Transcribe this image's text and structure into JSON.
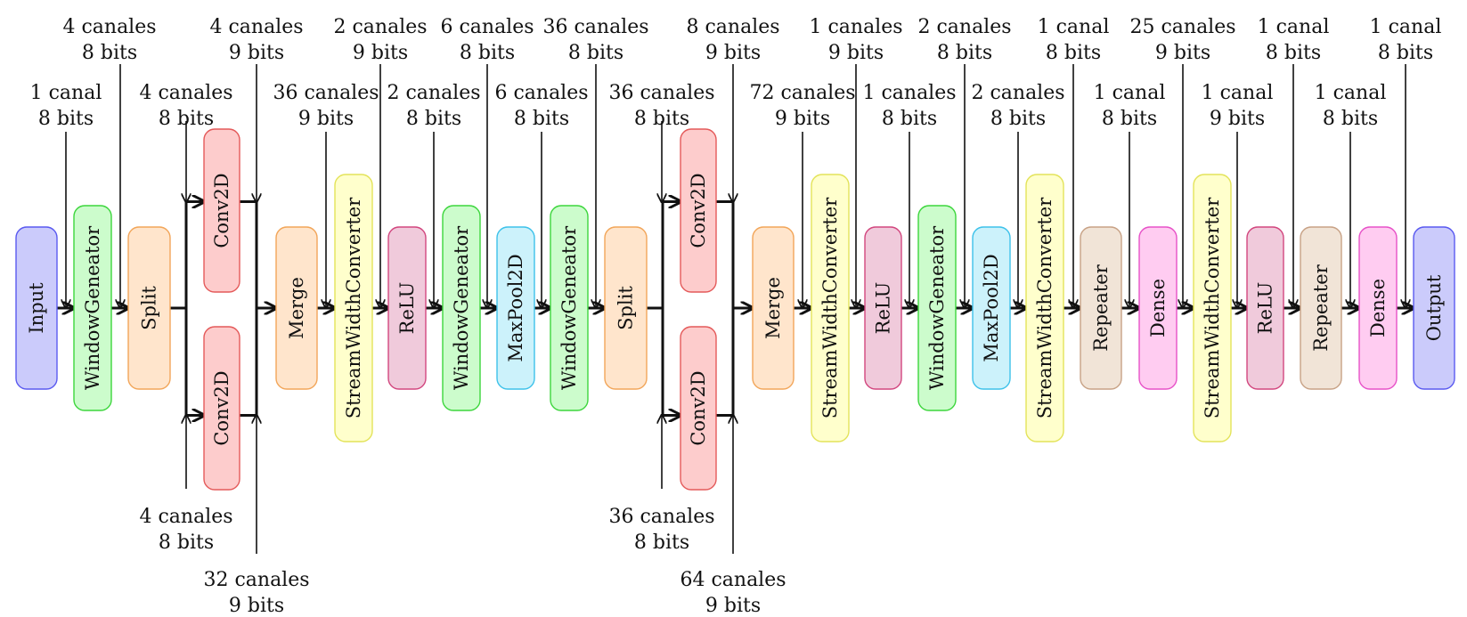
{
  "colors": {
    "input": {
      "fill": "#cbcbfb",
      "stroke": "#5a5af0"
    },
    "window": {
      "fill": "#ccfccc",
      "stroke": "#3dd63d"
    },
    "split": {
      "fill": "#ffe5cc",
      "stroke": "#f2a65a"
    },
    "conv": {
      "fill": "#fdcccc",
      "stroke": "#e45a5a"
    },
    "merge": {
      "fill": "#ffe5cc",
      "stroke": "#f2a65a"
    },
    "converter": {
      "fill": "#ffffcc",
      "stroke": "#e3e35a"
    },
    "relu": {
      "fill": "#f0cadb",
      "stroke": "#d2477f"
    },
    "pool": {
      "fill": "#ccf2fb",
      "stroke": "#3ec2ea"
    },
    "repeater": {
      "fill": "#f1e4d7",
      "stroke": "#c8a286"
    },
    "dense": {
      "fill": "#ffccf1",
      "stroke": "#e752c8"
    }
  },
  "blocks": [
    {
      "id": "input",
      "label": "Input",
      "kind": "input"
    },
    {
      "id": "win1",
      "label": "WindowGeneator",
      "kind": "window"
    },
    {
      "id": "split1",
      "label": "Split",
      "kind": "split"
    },
    {
      "id": "conv1a",
      "label": "Conv2D",
      "kind": "conv"
    },
    {
      "id": "conv1b",
      "label": "Conv2D",
      "kind": "conv"
    },
    {
      "id": "merge1",
      "label": "Merge",
      "kind": "merge"
    },
    {
      "id": "swc1",
      "label": "StreamWidthConverter",
      "kind": "converter"
    },
    {
      "id": "relu1",
      "label": "ReLU",
      "kind": "relu"
    },
    {
      "id": "win2",
      "label": "WindowGeneator",
      "kind": "window"
    },
    {
      "id": "pool1",
      "label": "MaxPool2D",
      "kind": "pool"
    },
    {
      "id": "win3",
      "label": "WindowGeneator",
      "kind": "window"
    },
    {
      "id": "split2",
      "label": "Split",
      "kind": "split"
    },
    {
      "id": "conv2a",
      "label": "Conv2D",
      "kind": "conv"
    },
    {
      "id": "conv2b",
      "label": "Conv2D",
      "kind": "conv"
    },
    {
      "id": "merge2",
      "label": "Merge",
      "kind": "merge"
    },
    {
      "id": "swc2",
      "label": "StreamWidthConverter",
      "kind": "converter"
    },
    {
      "id": "relu2",
      "label": "ReLU",
      "kind": "relu"
    },
    {
      "id": "win4",
      "label": "WindowGeneator",
      "kind": "window"
    },
    {
      "id": "pool2",
      "label": "MaxPool2D",
      "kind": "pool"
    },
    {
      "id": "swc3",
      "label": "StreamWidthConverter",
      "kind": "converter"
    },
    {
      "id": "rep1",
      "label": "Repeater",
      "kind": "repeater"
    },
    {
      "id": "dense1",
      "label": "Dense",
      "kind": "dense"
    },
    {
      "id": "swc4",
      "label": "StreamWidthConverter",
      "kind": "converter"
    },
    {
      "id": "relu3",
      "label": "ReLU",
      "kind": "relu"
    },
    {
      "id": "rep2",
      "label": "Repeater",
      "kind": "repeater"
    },
    {
      "id": "dense2",
      "label": "Dense",
      "kind": "dense"
    },
    {
      "id": "output",
      "label": "Output",
      "kind": "input"
    }
  ],
  "annotations": [
    {
      "id": "a1",
      "lines": [
        "1 canal",
        "8 bits"
      ]
    },
    {
      "id": "a2",
      "lines": [
        "4 canales",
        "8 bits"
      ]
    },
    {
      "id": "a3",
      "lines": [
        "4 canales",
        "8 bits"
      ]
    },
    {
      "id": "a4",
      "lines": [
        "4 canales",
        "9 bits"
      ]
    },
    {
      "id": "a5",
      "lines": [
        "36 canales",
        "9 bits"
      ]
    },
    {
      "id": "a6",
      "lines": [
        "2 canales",
        "9 bits"
      ]
    },
    {
      "id": "a7",
      "lines": [
        "2 canales",
        "8 bits"
      ]
    },
    {
      "id": "a8",
      "lines": [
        "6 canales",
        "8 bits"
      ]
    },
    {
      "id": "a9",
      "lines": [
        "6 canales",
        "8 bits"
      ]
    },
    {
      "id": "a10",
      "lines": [
        "36 canales",
        "8 bits"
      ]
    },
    {
      "id": "a11",
      "lines": [
        "36 canales",
        "8 bits"
      ]
    },
    {
      "id": "a12",
      "lines": [
        "8 canales",
        "9 bits"
      ]
    },
    {
      "id": "a13",
      "lines": [
        "72 canales",
        "9 bits"
      ]
    },
    {
      "id": "a14",
      "lines": [
        "1 canales",
        "9 bits"
      ]
    },
    {
      "id": "a15",
      "lines": [
        "1 canales",
        "8 bits"
      ]
    },
    {
      "id": "a16",
      "lines": [
        "2 canales",
        "8 bits"
      ]
    },
    {
      "id": "a17",
      "lines": [
        "2 canales",
        "8 bits"
      ]
    },
    {
      "id": "a18",
      "lines": [
        "1 canal",
        "8 bits"
      ]
    },
    {
      "id": "a19",
      "lines": [
        "1 canal",
        "8 bits"
      ]
    },
    {
      "id": "a20",
      "lines": [
        "25 canales",
        "9 bits"
      ]
    },
    {
      "id": "a21",
      "lines": [
        "1 canal",
        "9 bits"
      ]
    },
    {
      "id": "a22",
      "lines": [
        "1 canal",
        "8 bits"
      ]
    },
    {
      "id": "a23",
      "lines": [
        "1 canal",
        "8 bits"
      ]
    },
    {
      "id": "a24",
      "lines": [
        "1 canal",
        "8 bits"
      ]
    },
    {
      "id": "b1",
      "lines": [
        "4 canales",
        "8 bits"
      ]
    },
    {
      "id": "b2",
      "lines": [
        "32 canales",
        "9 bits"
      ]
    },
    {
      "id": "b3",
      "lines": [
        "36 canales",
        "8 bits"
      ]
    },
    {
      "id": "b4",
      "lines": [
        "64 canales",
        "9 bits"
      ]
    }
  ]
}
